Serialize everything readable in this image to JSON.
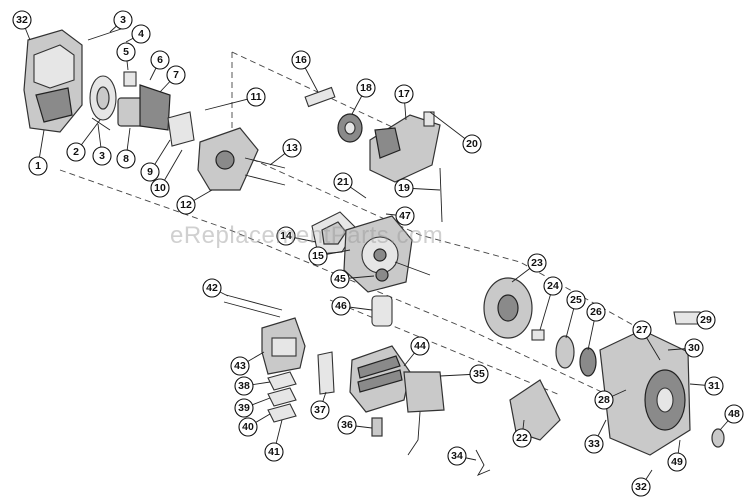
{
  "watermark": "eReplacementParts.com",
  "part_numbers": [
    "1",
    "2",
    "3",
    "4",
    "5",
    "6",
    "7",
    "8",
    "9",
    "10",
    "11",
    "12",
    "13",
    "14",
    "15",
    "16",
    "17",
    "18",
    "19",
    "20",
    "21",
    "22",
    "23",
    "24",
    "25",
    "26",
    "27",
    "28",
    "29",
    "30",
    "31",
    "32",
    "33",
    "34",
    "35",
    "36",
    "37",
    "38",
    "39",
    "40",
    "41",
    "42",
    "43",
    "44",
    "45",
    "46",
    "47",
    "48",
    "49"
  ]
}
